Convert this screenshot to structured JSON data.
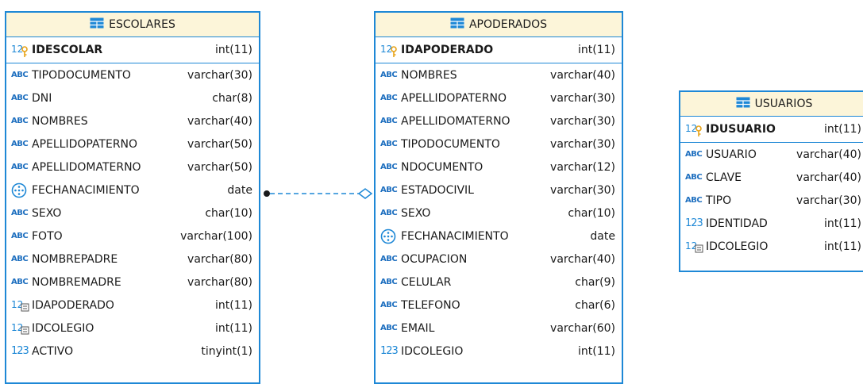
{
  "entities": {
    "escolares": {
      "title": "ESCOLARES",
      "pk": {
        "name": "IDESCOLAR",
        "type": "int(11)",
        "icon": "key-number-icon"
      },
      "columns": [
        {
          "icon": "abc",
          "name": "TIPODOCUMENTO",
          "type": "varchar(30)"
        },
        {
          "icon": "abc",
          "name": "DNI",
          "type": "char(8)"
        },
        {
          "icon": "abc",
          "name": "NOMBRES",
          "type": "varchar(40)"
        },
        {
          "icon": "abc",
          "name": "APELLIDOPATERNO",
          "type": "varchar(50)"
        },
        {
          "icon": "abc",
          "name": "APELLIDOMATERNO",
          "type": "varchar(50)"
        },
        {
          "icon": "date",
          "name": "FECHANACIMIENTO",
          "type": "date"
        },
        {
          "icon": "abc",
          "name": "SEXO",
          "type": "char(10)"
        },
        {
          "icon": "abc",
          "name": "FOTO",
          "type": "varchar(100)"
        },
        {
          "icon": "abc",
          "name": "NOMBREPADRE",
          "type": "varchar(80)"
        },
        {
          "icon": "abc",
          "name": "NOMBREMADRE",
          "type": "varchar(80)"
        },
        {
          "icon": "fk",
          "name": "IDAPODERADO",
          "type": "int(11)"
        },
        {
          "icon": "fk",
          "name": "IDCOLEGIO",
          "type": "int(11)"
        },
        {
          "icon": "num",
          "name": "ACTIVO",
          "type": "tinyint(1)"
        }
      ]
    },
    "apoderados": {
      "title": "APODERADOS",
      "pk": {
        "name": "IDAPODERADO",
        "type": "int(11)",
        "icon": "key-number-icon"
      },
      "columns": [
        {
          "icon": "abc",
          "name": "NOMBRES",
          "type": "varchar(40)"
        },
        {
          "icon": "abc",
          "name": "APELLIDOPATERNO",
          "type": "varchar(30)"
        },
        {
          "icon": "abc",
          "name": "APELLIDOMATERNO",
          "type": "varchar(30)"
        },
        {
          "icon": "abc",
          "name": "TIPODOCUMENTO",
          "type": "varchar(30)"
        },
        {
          "icon": "abc",
          "name": "NDOCUMENTO",
          "type": "varchar(12)"
        },
        {
          "icon": "abc",
          "name": "ESTADOCIVIL",
          "type": "varchar(30)"
        },
        {
          "icon": "abc",
          "name": "SEXO",
          "type": "char(10)"
        },
        {
          "icon": "date",
          "name": "FECHANACIMIENTO",
          "type": "date"
        },
        {
          "icon": "abc",
          "name": "OCUPACION",
          "type": "varchar(40)"
        },
        {
          "icon": "abc",
          "name": "CELULAR",
          "type": "char(9)"
        },
        {
          "icon": "abc",
          "name": "TELEFONO",
          "type": "char(6)"
        },
        {
          "icon": "abc",
          "name": "EMAIL",
          "type": "varchar(60)"
        },
        {
          "icon": "num",
          "name": "IDCOLEGIO",
          "type": "int(11)"
        }
      ]
    },
    "usuarios": {
      "title": "USUARIOS",
      "pk": {
        "name": "IDUSUARIO",
        "type": "int(11)",
        "icon": "key-number-icon"
      },
      "columns": [
        {
          "icon": "abc",
          "name": "USUARIO",
          "type": "varchar(40)"
        },
        {
          "icon": "abc",
          "name": "CLAVE",
          "type": "varchar(40)"
        },
        {
          "icon": "abc",
          "name": "TIPO",
          "type": "varchar(30)"
        },
        {
          "icon": "num",
          "name": "IDENTIDAD",
          "type": "int(11)"
        },
        {
          "icon": "fk",
          "name": "IDCOLEGIO",
          "type": "int(11)"
        }
      ]
    }
  },
  "relationship": {
    "from": "escolares.IDAPODERADO",
    "to": "apoderados.IDAPODERADO",
    "style": "dashed"
  },
  "colors": {
    "border": "#1e88d6",
    "header_bg": "#fcf5d9",
    "abc": "#1e6fbf",
    "num": "#1e88d6",
    "key": "#e8a317"
  },
  "icon_labels": {
    "abc": "ABC",
    "num": "123"
  }
}
